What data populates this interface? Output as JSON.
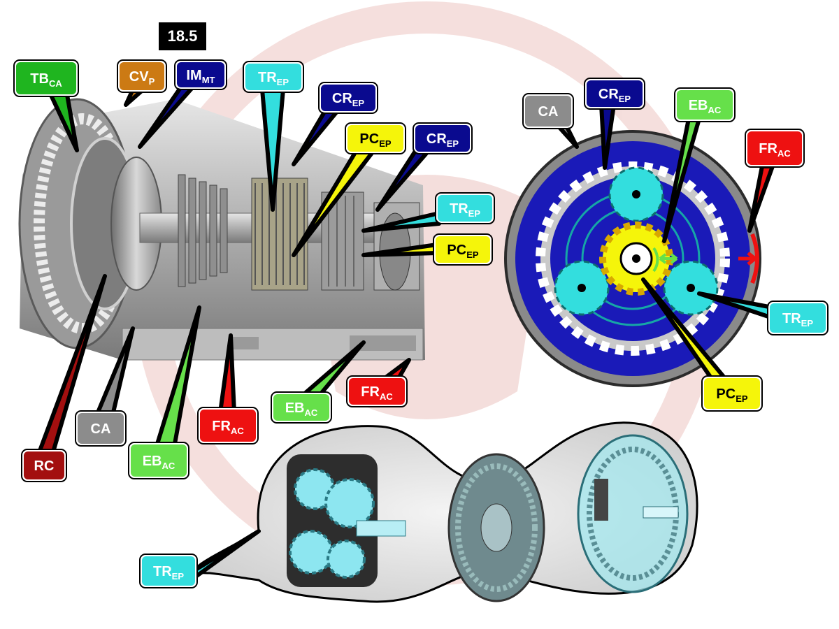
{
  "figure_number": "18.5",
  "colors": {
    "green": "#1fb51f",
    "light_green": "#66e04a",
    "orange": "#cc7a14",
    "navy": "#0a0a8f",
    "cyan": "#33dede",
    "yellow": "#f5f50a",
    "red": "#ee1111",
    "dark_red": "#a30f0f",
    "gray": "#8c8c8c",
    "blue_ring": "#1a1ab8"
  },
  "labels": [
    {
      "id": "tb-ca",
      "main": "TB",
      "sub": "CA",
      "color": "green"
    },
    {
      "id": "cv-p",
      "main": "CV",
      "sub": "P",
      "color": "orange"
    },
    {
      "id": "im-mt",
      "main": "IM",
      "sub": "MT",
      "color": "navy"
    },
    {
      "id": "tr-ep-top",
      "main": "TR",
      "sub": "EP",
      "color": "cyan"
    },
    {
      "id": "cr-ep-1",
      "main": "CR",
      "sub": "EP",
      "color": "navy"
    },
    {
      "id": "pc-ep-1",
      "main": "PC",
      "sub": "EP",
      "color": "yellow"
    },
    {
      "id": "cr-ep-2",
      "main": "CR",
      "sub": "EP",
      "color": "navy"
    },
    {
      "id": "tr-ep-mid",
      "main": "TR",
      "sub": "EP",
      "color": "cyan"
    },
    {
      "id": "pc-ep-2",
      "main": "PC",
      "sub": "EP",
      "color": "yellow"
    },
    {
      "id": "eb-ac-1",
      "main": "EB",
      "sub": "AC",
      "color": "light_green"
    },
    {
      "id": "fr-ac-1",
      "main": "FR",
      "sub": "AC",
      "color": "red"
    },
    {
      "id": "fr-ac-2",
      "main": "FR",
      "sub": "AC",
      "color": "red"
    },
    {
      "id": "ca-1",
      "main": "CA",
      "sub": "",
      "color": "gray"
    },
    {
      "id": "rc",
      "main": "RC",
      "sub": "",
      "color": "dark_red"
    },
    {
      "id": "eb-ac-2",
      "main": "EB",
      "sub": "AC",
      "color": "light_green"
    },
    {
      "id": "ca-2",
      "main": "CA",
      "sub": "",
      "color": "gray"
    },
    {
      "id": "cr-ep-3",
      "main": "CR",
      "sub": "EP",
      "color": "navy"
    },
    {
      "id": "eb-ac-3",
      "main": "EB",
      "sub": "AC",
      "color": "light_green"
    },
    {
      "id": "fr-ac-3",
      "main": "FR",
      "sub": "AC",
      "color": "red"
    },
    {
      "id": "tr-ep-right",
      "main": "TR",
      "sub": "EP",
      "color": "cyan"
    },
    {
      "id": "pc-ep-3",
      "main": "PC",
      "sub": "EP",
      "color": "yellow"
    },
    {
      "id": "tr-ep-bottom",
      "main": "TR",
      "sub": "EP",
      "color": "cyan"
    }
  ]
}
